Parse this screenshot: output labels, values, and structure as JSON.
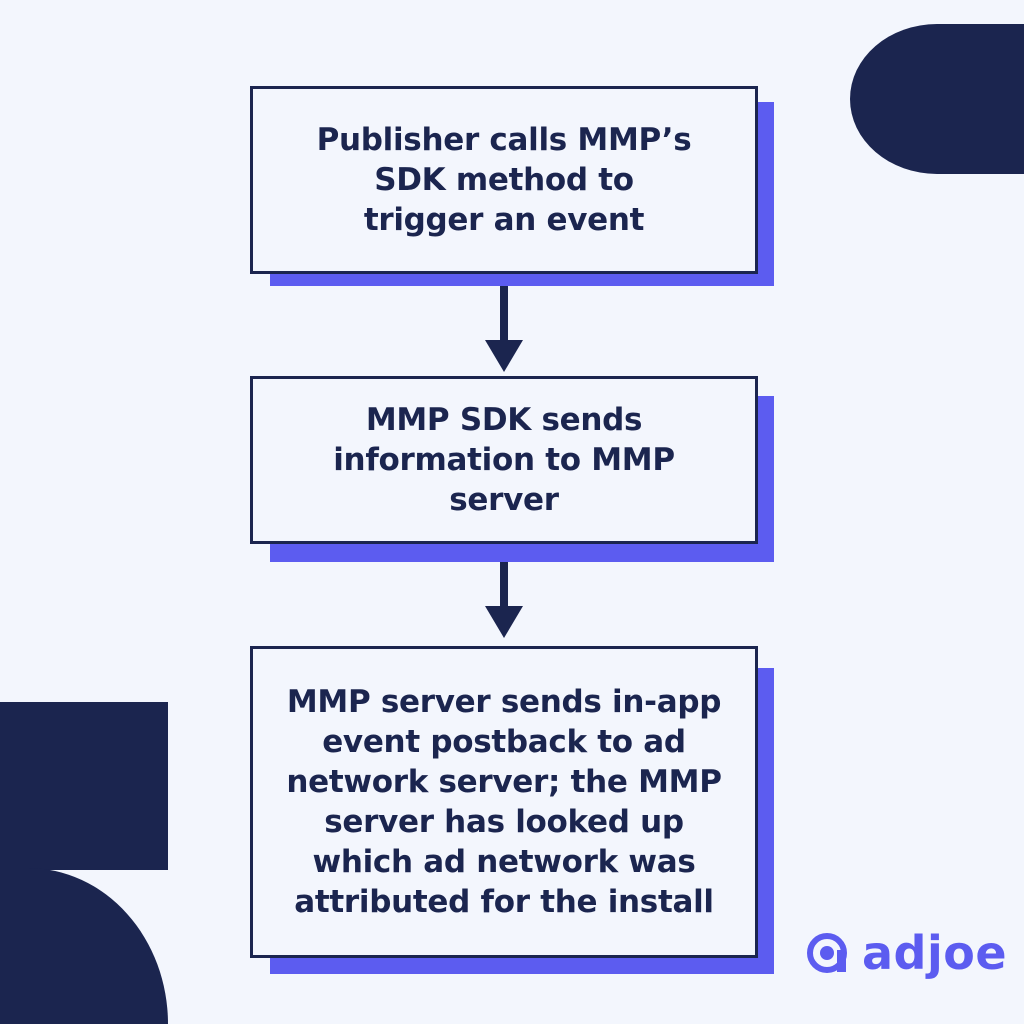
{
  "flowchart": {
    "steps": [
      {
        "lines": [
          "Publisher calls MMP’s",
          "SDK method to",
          "trigger an event"
        ]
      },
      {
        "lines": [
          "MMP SDK sends",
          "information to MMP",
          "server"
        ]
      },
      {
        "lines": [
          "MMP server sends in-app",
          "event postback to ad",
          "network server; the MMP",
          "server has looked up",
          "which ad network was",
          "attributed for the install"
        ]
      }
    ]
  },
  "brand": {
    "name": "adjoe"
  },
  "colors": {
    "background": "#f3f6fd",
    "navy": "#1b254f",
    "accent": "#5c5cf0"
  }
}
